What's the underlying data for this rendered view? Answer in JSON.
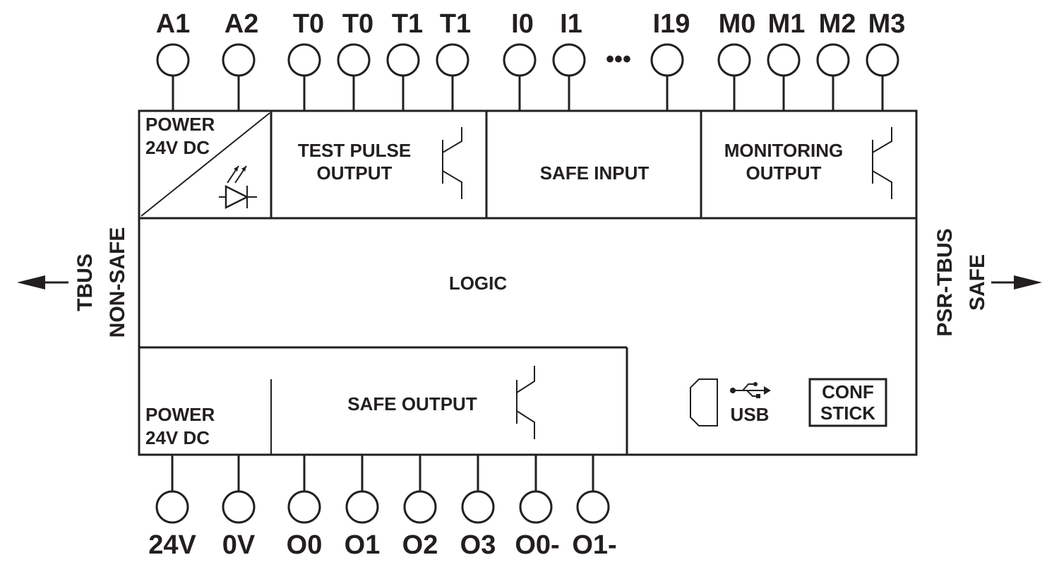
{
  "top_terminals": [
    "A1",
    "A2",
    "T0",
    "T0",
    "T1",
    "T1",
    "I0",
    "I1",
    "I19",
    "M0",
    "M1",
    "M2",
    "M3"
  ],
  "bottom_terminals": [
    "24V",
    "0V",
    "O0",
    "O1",
    "O2",
    "O3",
    "O0-",
    "O1-"
  ],
  "blocks": {
    "power_top": [
      "POWER",
      "24V DC"
    ],
    "test_pulse": [
      "TEST PULSE",
      "OUTPUT"
    ],
    "safe_input": "SAFE INPUT",
    "monitoring": [
      "MONITORING",
      "OUTPUT"
    ],
    "logic": "LOGIC",
    "power_bottom": [
      "POWER",
      "24V DC"
    ],
    "safe_output": "SAFE OUTPUT",
    "usb": "USB",
    "conf_stick": [
      "CONF",
      "STICK"
    ]
  },
  "left_side": {
    "line1": "TBUS",
    "line2": "NON-SAFE"
  },
  "right_side": {
    "line1": "PSR-TBUS",
    "line2": "SAFE"
  },
  "ellipsis": "•••",
  "colors": {
    "ink": "#231f20",
    "background": "#ffffff"
  }
}
